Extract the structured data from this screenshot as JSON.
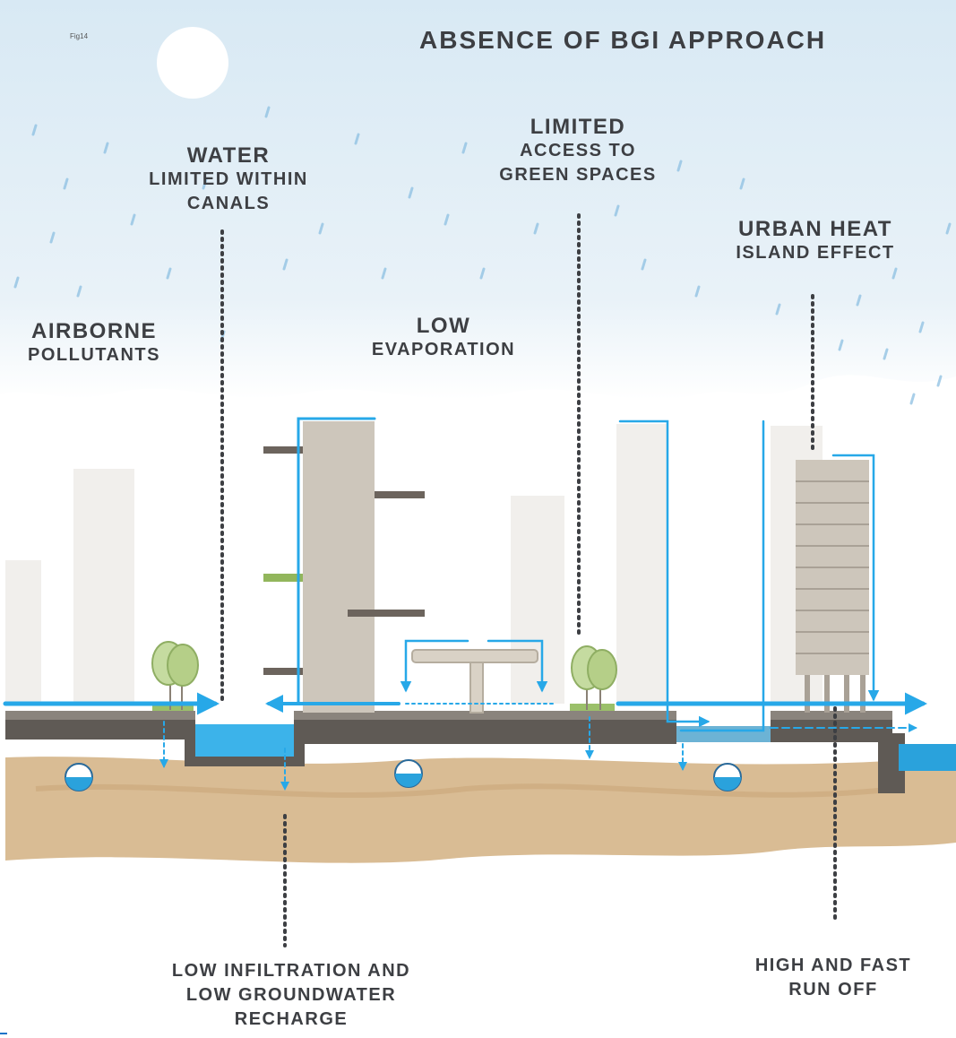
{
  "figure": {
    "fig_number": "Fig14",
    "title": "ABSENCE OF BGI APPROACH"
  },
  "labels": {
    "water_canals": {
      "line1": "Water",
      "line2": "limited within",
      "line3": "canals"
    },
    "green_access": {
      "line1": "Limited",
      "line2": "access to",
      "line3": "green spaces"
    },
    "heat_island": {
      "line1": "Urban Heat",
      "line2": "Island effect"
    },
    "airborne": {
      "line1": "Airborne",
      "line2": "pollutants"
    },
    "evaporation": {
      "line1": "Low",
      "line2": "evaporation"
    },
    "infiltration": {
      "line1": "Low infiltration and",
      "line2": "low groundwater",
      "line3": "recharge"
    },
    "runoff": {
      "line1": "High and fast",
      "line2": "run off"
    }
  },
  "colors": {
    "sky": "#dcebf5",
    "rain": "#7fb7dc",
    "building_light": "#f1efec",
    "building_mid": "#cdc6bb",
    "pavement": "#5f5a55",
    "soil": "#d9bc94",
    "water": "#27a8e8",
    "tree": "#b5cf88",
    "text": "#3d3f43"
  }
}
